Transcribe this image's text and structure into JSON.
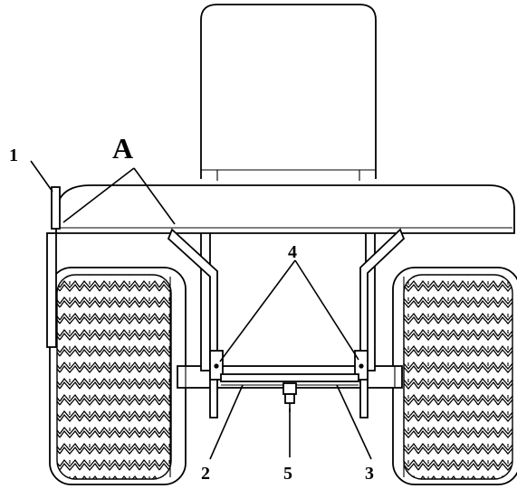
{
  "labels": {
    "A": "A",
    "n1": "1",
    "n2": "2",
    "n3": "3",
    "n4": "4",
    "n5": "5"
  },
  "colors": {
    "ink": "#000000",
    "paper": "#ffffff"
  }
}
